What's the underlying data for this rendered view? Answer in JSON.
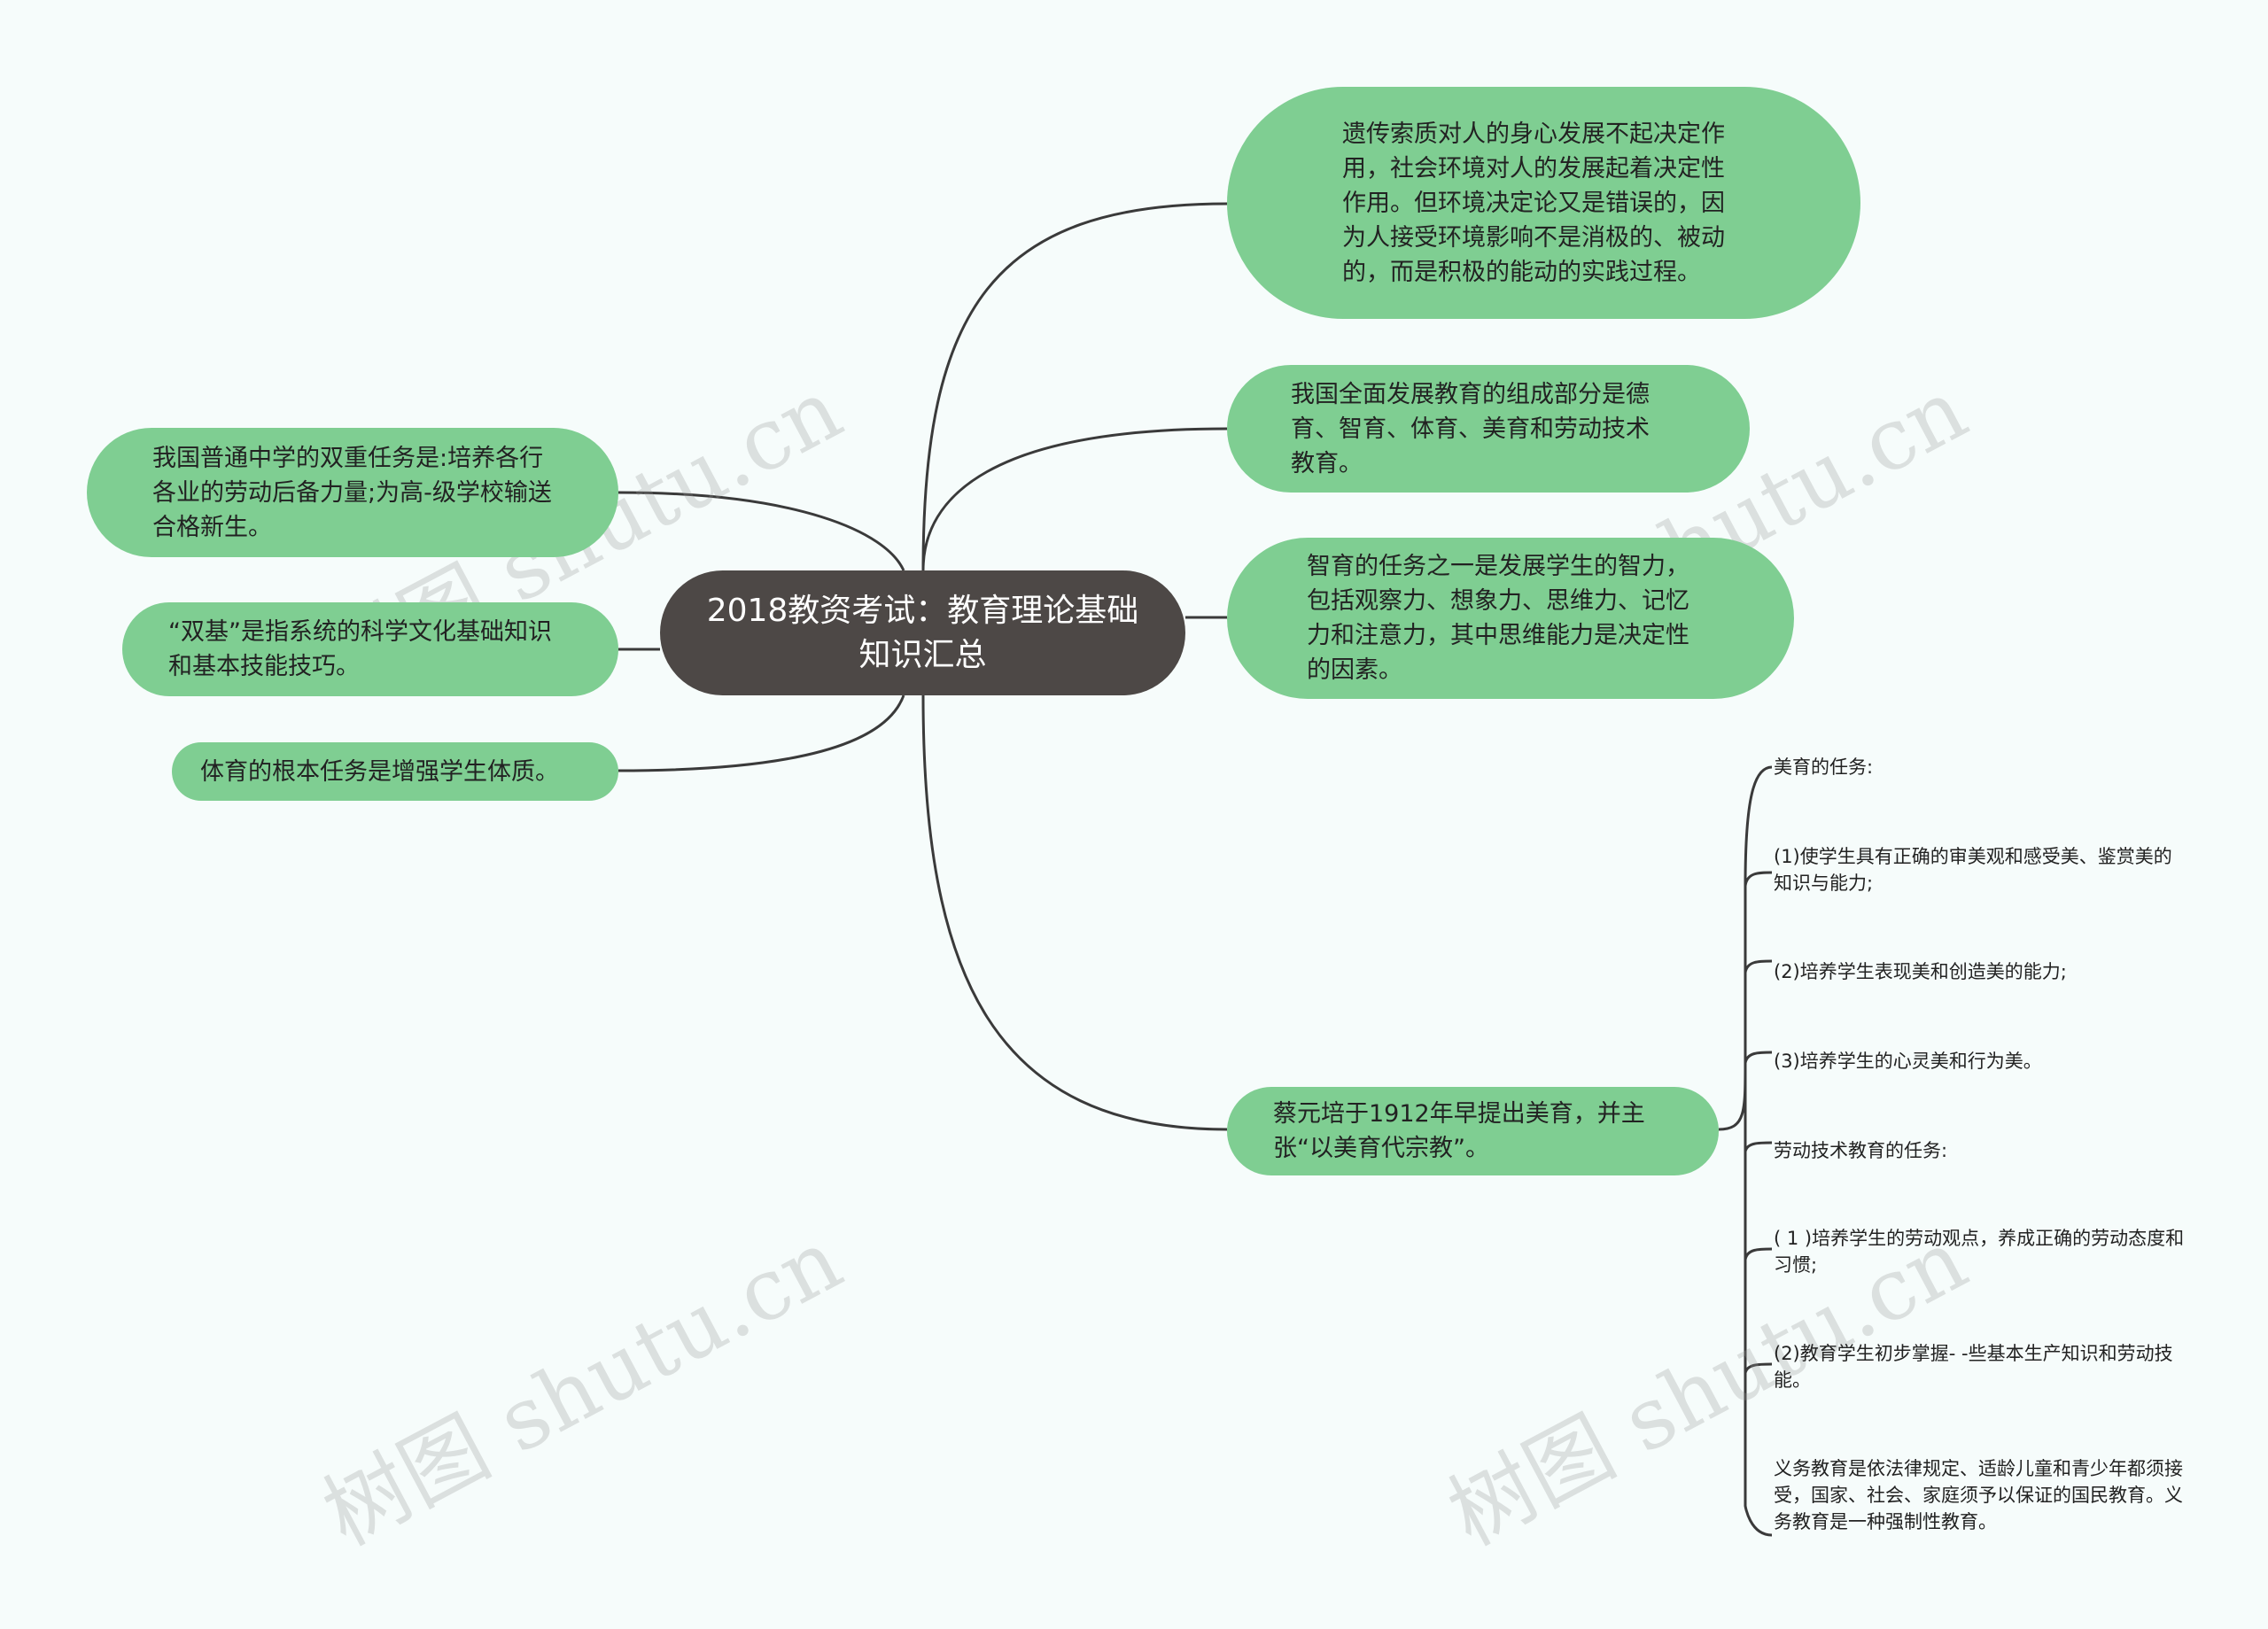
{
  "root": {
    "title": "2018教资考试：教育理论基础知识汇总"
  },
  "right_nodes": [
    "遗传索质对人的身心发展不起决定作用，社会环境对人的发展起着决定性作用。但环境决定论又是错误的，因为人接受环境影响不是消极的、被动的，而是积极的能动的实践过程。",
    "我国全面发展教育的组成部分是德育、智育、体育、美育和劳动技术教育。",
    "智育的任务之一是发展学生的智力，包括观察力、想象力、思维力、记忆力和注意力，其中思维能力是决定性的因素。",
    "蔡元培于1912年早提出美育，并主张“以美育代宗教”。"
  ],
  "left_nodes": [
    "我国普通中学的双重任务是:培养各行各业的劳动后备力量;为高-级学校输送合格新生。",
    "“双基”是指系统的科学文化基础知识和基本技能技巧。",
    "体育的根本任务是增强学生体质。"
  ],
  "leaves": [
    "美育的任务:",
    "(1)使学生具有正确的审美观和感受美、鉴赏美的知识与能力;",
    "(2)培养学生表现美和创造美的能力;",
    "(3)培养学生的心灵美和行为美。",
    "劳动技术教育的任务:",
    "( 1 )培养学生的劳动观点，养成正确的劳动态度和习惯;",
    "(2)教育学生初步掌握- -些基本生产知识和劳动技能。",
    "义务教育是依法律规定、适龄儿童和青少年都须接受，国家、社会、家庭须予以保证的国民教育。义务教育是一种强制性教育。"
  ],
  "watermark": "树图 shutu.cn",
  "colors": {
    "node": "#7fce92",
    "root": "#4d4846",
    "line": "#3a3a3a",
    "background": "#f6fcfb"
  }
}
